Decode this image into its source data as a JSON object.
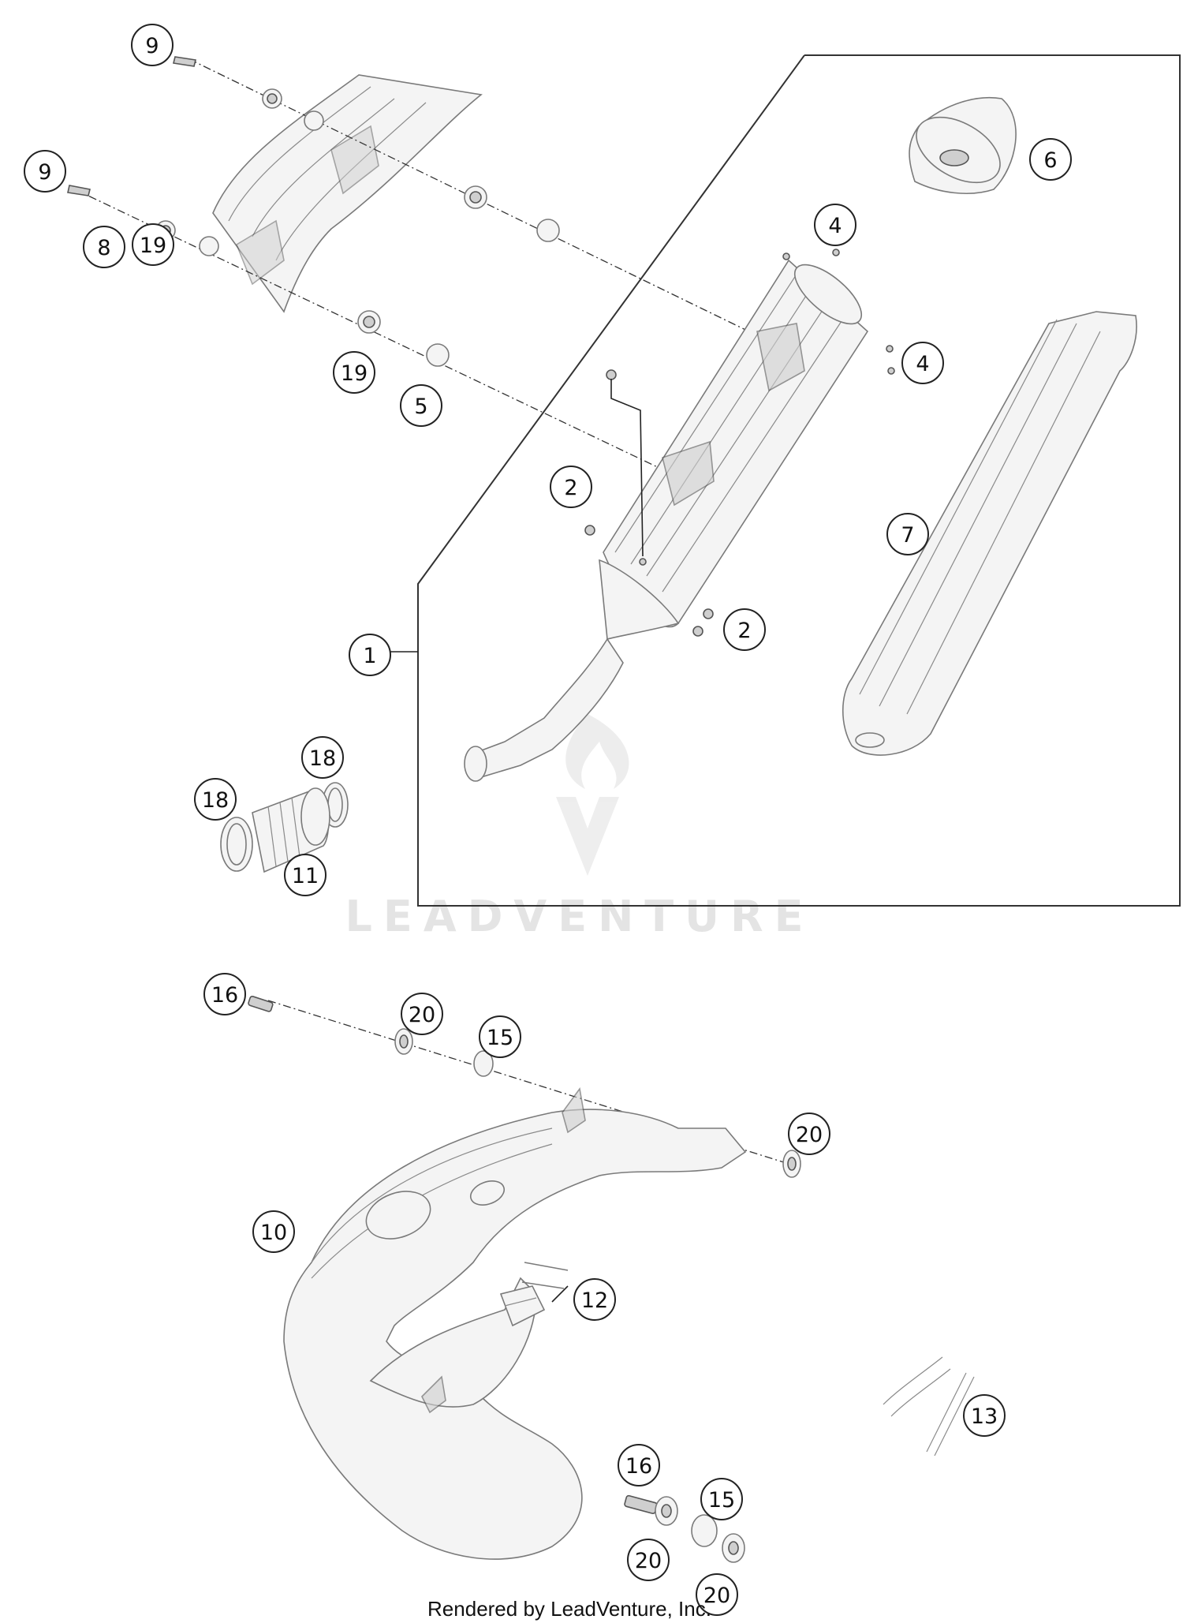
{
  "diagram": {
    "callouts": {
      "c1": "1",
      "c2a": "2",
      "c2b": "2",
      "c4a": "4",
      "c4b": "4",
      "c5": "5",
      "c6": "6",
      "c7": "7",
      "c8": "8",
      "c9a": "9",
      "c9b": "9",
      "c10": "10",
      "c11": "11",
      "c12": "12",
      "c13": "13",
      "c15a": "15",
      "c15b": "15",
      "c16a": "16",
      "c16b": "16",
      "c18a": "18",
      "c18b": "18",
      "c19a": "19",
      "c19b": "19",
      "c20a": "20",
      "c20b": "20",
      "c20c": "20",
      "c20d": "20"
    },
    "watermark": "LEADVENTURE",
    "footer": "Rendered by LeadVenture, Inc."
  },
  "colors": {
    "line": "#333333",
    "part_fill": "#f4f4f4",
    "watermark": "#e4e4e4"
  }
}
